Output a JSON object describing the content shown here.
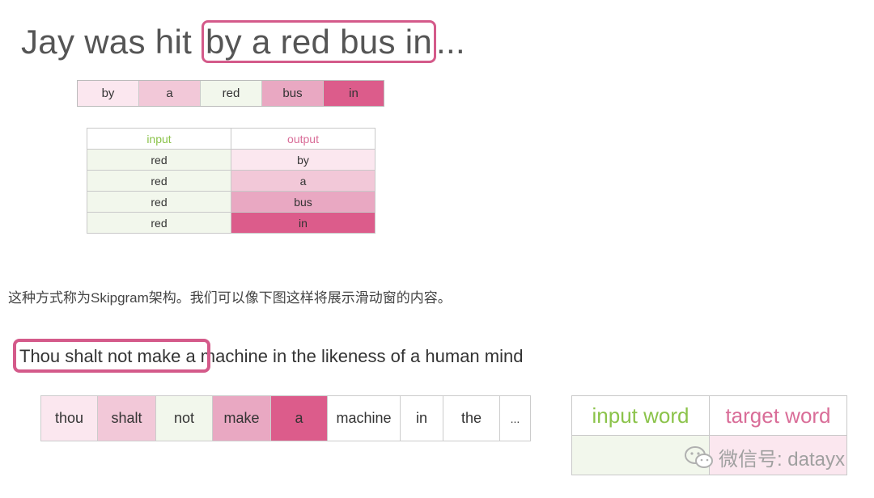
{
  "headline": {
    "prefix": "Jay was hit ",
    "highlighted": "by a red bus in",
    "suffix": "..."
  },
  "window_tokens": [
    {
      "text": "by",
      "color": "#fbe7ef"
    },
    {
      "text": "a",
      "color": "#f2c8d8"
    },
    {
      "text": "red",
      "color": "#f2f7ec"
    },
    {
      "text": "bus",
      "color": "#e9a8c2"
    },
    {
      "text": "in",
      "color": "#dc5c8b"
    }
  ],
  "pairs_table": {
    "headers": {
      "input": "input",
      "output": "output"
    },
    "header_colors": {
      "input": "#8bc34a",
      "output": "#d96d98"
    },
    "rows": [
      {
        "input": "red",
        "output": "by",
        "output_color": "#fbe7ef"
      },
      {
        "input": "red",
        "output": "a",
        "output_color": "#f2c8d8"
      },
      {
        "input": "red",
        "output": "bus",
        "output_color": "#e9a8c2"
      },
      {
        "input": "red",
        "output": "in",
        "output_color": "#dc5c8b"
      }
    ],
    "input_color": "#f2f7ec"
  },
  "caption": "这种方式称为Skipgram架构。我们可以像下图这样将展示滑动窗的内容。",
  "sentence2": "Thou shalt not make a machine in the likeness of a human mind",
  "sentence_tokens": [
    {
      "text": "thou",
      "color": "#fbe7ef"
    },
    {
      "text": "shalt",
      "color": "#f2c8d8"
    },
    {
      "text": "not",
      "color": "#f2f7ec"
    },
    {
      "text": "make",
      "color": "#e9a8c2"
    },
    {
      "text": "a",
      "color": "#dc5c8b"
    },
    {
      "text": "machine",
      "color": "#ffffff"
    },
    {
      "text": "in",
      "color": "#ffffff"
    },
    {
      "text": "the",
      "color": "#ffffff"
    },
    {
      "text": "...",
      "color": "#ffffff"
    }
  ],
  "io_table": {
    "input_header": "input word",
    "target_header": "target word",
    "input_color": "#8bc34a",
    "target_color": "#d96d98",
    "input_cell_bg": "#f2f7ec",
    "target_cell_bg": "#fbe7ef"
  },
  "watermark": {
    "icon": "wechat-icon",
    "text": "微信号: datayx"
  }
}
